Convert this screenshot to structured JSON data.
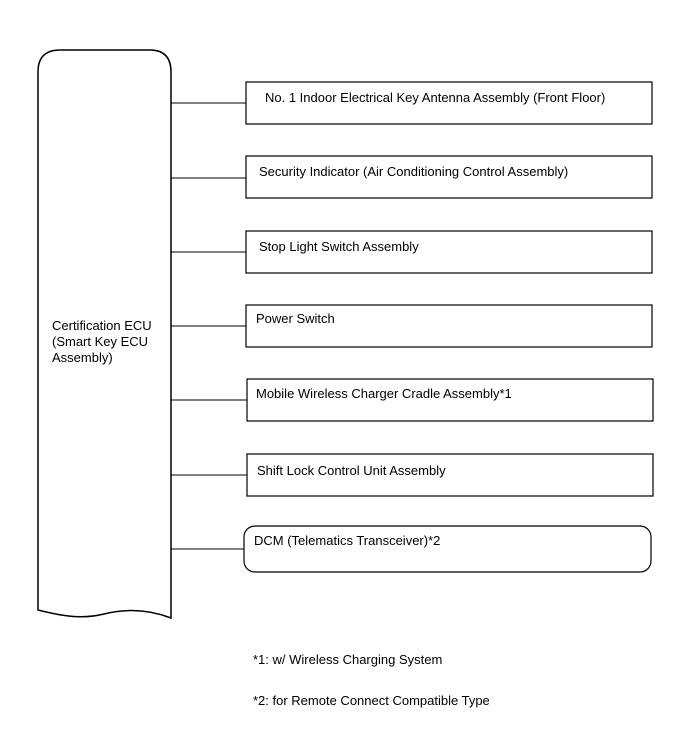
{
  "ecu": {
    "lines": [
      "Certification ECU",
      "(Smart Key ECU",
      "Assembly)"
    ]
  },
  "components": [
    {
      "label": "No. 1 Indoor Electrical Key Antenna Assembly (Front Floor)"
    },
    {
      "label": "Security Indicator (Air Conditioning Control Assembly)"
    },
    {
      "label": "Stop Light Switch Assembly"
    },
    {
      "label": "Power Switch"
    },
    {
      "label": "Mobile Wireless Charger Cradle Assembly*1"
    },
    {
      "label": "Shift Lock Control Unit Assembly"
    },
    {
      "label": "DCM (Telematics Transceiver)*2"
    }
  ],
  "notes": [
    "*1: w/ Wireless Charging System",
    "*2: for Remote Connect Compatible Type"
  ]
}
